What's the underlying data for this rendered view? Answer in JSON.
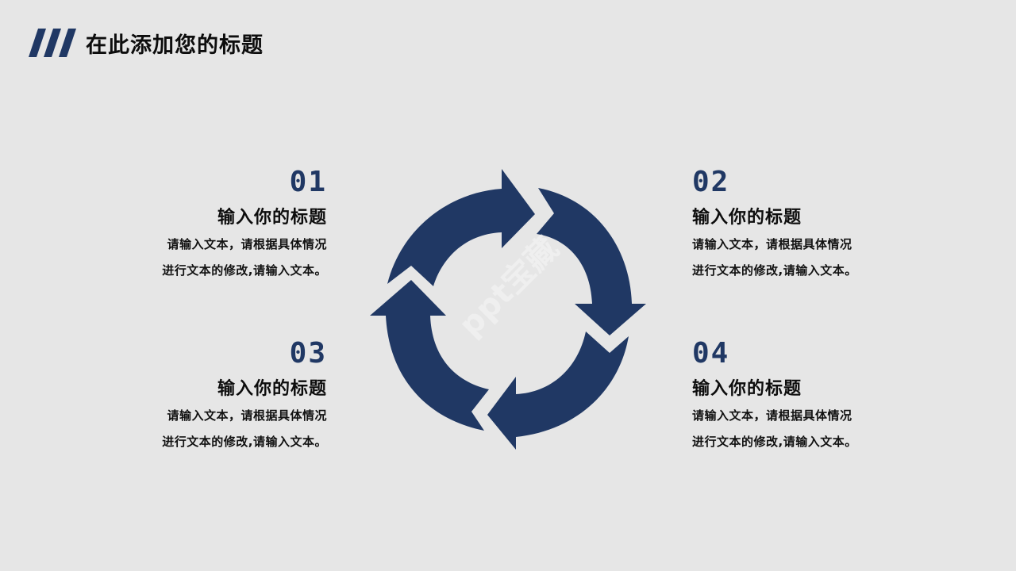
{
  "header": {
    "title": "在此添加您的标题",
    "accent_color": "#203864"
  },
  "items": [
    {
      "number": "01",
      "title": "输入你的标题",
      "line1": "请输入文本，请根据具体情况",
      "line2": "进行文本的修改,请输入文本。"
    },
    {
      "number": "02",
      "title": "输入你的标题",
      "line1": "请输入文本，请根据具体情况",
      "line2": "进行文本的修改,请输入文本。"
    },
    {
      "number": "03",
      "title": "输入你的标题",
      "line1": "请输入文本，请根据具体情况",
      "line2": "进行文本的修改,请输入文本。"
    },
    {
      "number": "04",
      "title": "输入你的标题",
      "line1": "请输入文本，请根据具体情况",
      "line2": "进行文本的修改,请输入文本。"
    }
  ],
  "diagram": {
    "type": "cycle-arrows",
    "segments": 4,
    "color": "#203864"
  },
  "watermark": "ppt宝藏"
}
